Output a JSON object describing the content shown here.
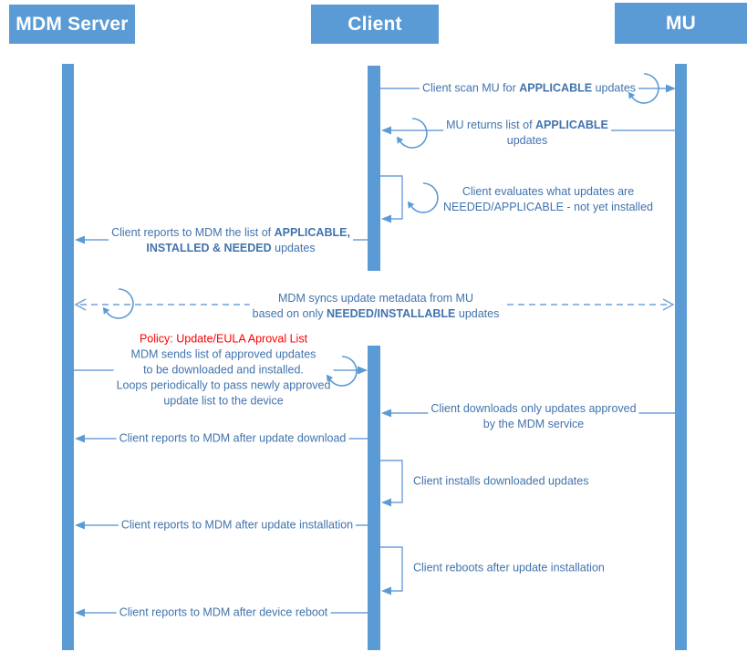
{
  "diagram_type": "sequence-diagram",
  "title": "MDM / Client / MU update management sequence",
  "actors": [
    {
      "id": "mdm",
      "label": "MDM Server"
    },
    {
      "id": "client",
      "label": "Client"
    },
    {
      "id": "mu",
      "label": "MU"
    }
  ],
  "colors": {
    "accent": "#5b9bd5",
    "line": "#6f9fd8",
    "text": "#4173ad",
    "policy_red": "#ff0000"
  },
  "messages": [
    {
      "id": "scan",
      "from": "client",
      "to": "mu",
      "style": "solid",
      "lines": [
        [
          {
            "t": "Client scan MU for "
          },
          {
            "t": "APPLICABLE",
            "b": 1
          },
          {
            "t": " updates"
          }
        ]
      ]
    },
    {
      "id": "returns",
      "from": "mu",
      "to": "client",
      "style": "solid",
      "lines": [
        [
          {
            "t": "MU returns list of "
          },
          {
            "t": "APPLICABLE",
            "b": 1
          }
        ],
        [
          {
            "t": "updates"
          }
        ]
      ]
    },
    {
      "id": "evaluates",
      "from": "client",
      "to": "client",
      "style": "self",
      "lines": [
        [
          {
            "t": "Client evaluates what updates are"
          }
        ],
        [
          {
            "t": "NEEDED/APPLICABLE - not yet installed"
          }
        ]
      ]
    },
    {
      "id": "reports-list",
      "from": "client",
      "to": "mdm",
      "style": "solid",
      "lines": [
        [
          {
            "t": "Client reports to MDM the list of "
          },
          {
            "t": "APPLICABLE,",
            "b": 1
          }
        ],
        [
          {
            "t": "INSTALLED & NEEDED",
            "b": 1
          },
          {
            "t": " updates"
          }
        ]
      ]
    },
    {
      "id": "sync",
      "from": "mdm",
      "to": "mu",
      "style": "dashed-bidirectional",
      "lines": [
        [
          {
            "t": "MDM syncs update metadata from MU"
          }
        ],
        [
          {
            "t": "based on only "
          },
          {
            "t": "NEEDED/INSTALLABLE",
            "b": 1
          },
          {
            "t": " updates"
          }
        ]
      ]
    },
    {
      "id": "policy",
      "from": "mdm",
      "to": "client",
      "style": "solid",
      "lines": [
        [
          {
            "t": "Policy: Update/EULA Aproval List",
            "c": "#ff0000"
          }
        ],
        [
          {
            "t": "MDM sends list of approved updates"
          }
        ],
        [
          {
            "t": "to be downloaded and installed."
          }
        ],
        [
          {
            "t": "Loops periodically to pass newly approved"
          }
        ],
        [
          {
            "t": "update list to the device"
          }
        ]
      ]
    },
    {
      "id": "downloads",
      "from": "mu",
      "to": "client",
      "style": "solid",
      "lines": [
        [
          {
            "t": "Client downloads only updates approved"
          }
        ],
        [
          {
            "t": "by the MDM service"
          }
        ]
      ]
    },
    {
      "id": "report-download",
      "from": "client",
      "to": "mdm",
      "style": "solid",
      "lines": [
        [
          {
            "t": "Client reports to MDM after update download"
          }
        ]
      ]
    },
    {
      "id": "installs",
      "from": "client",
      "to": "client",
      "style": "self",
      "lines": [
        [
          {
            "t": "Client installs downloaded updates"
          }
        ]
      ]
    },
    {
      "id": "report-install",
      "from": "client",
      "to": "mdm",
      "style": "solid",
      "lines": [
        [
          {
            "t": "Client reports to MDM after update installation"
          }
        ]
      ]
    },
    {
      "id": "reboots",
      "from": "client",
      "to": "client",
      "style": "self",
      "lines": [
        [
          {
            "t": "Client reboots after update installation"
          }
        ]
      ]
    },
    {
      "id": "report-reboot",
      "from": "client",
      "to": "mdm",
      "style": "solid",
      "lines": [
        [
          {
            "t": "Client reports to MDM after device reboot"
          }
        ]
      ]
    }
  ]
}
